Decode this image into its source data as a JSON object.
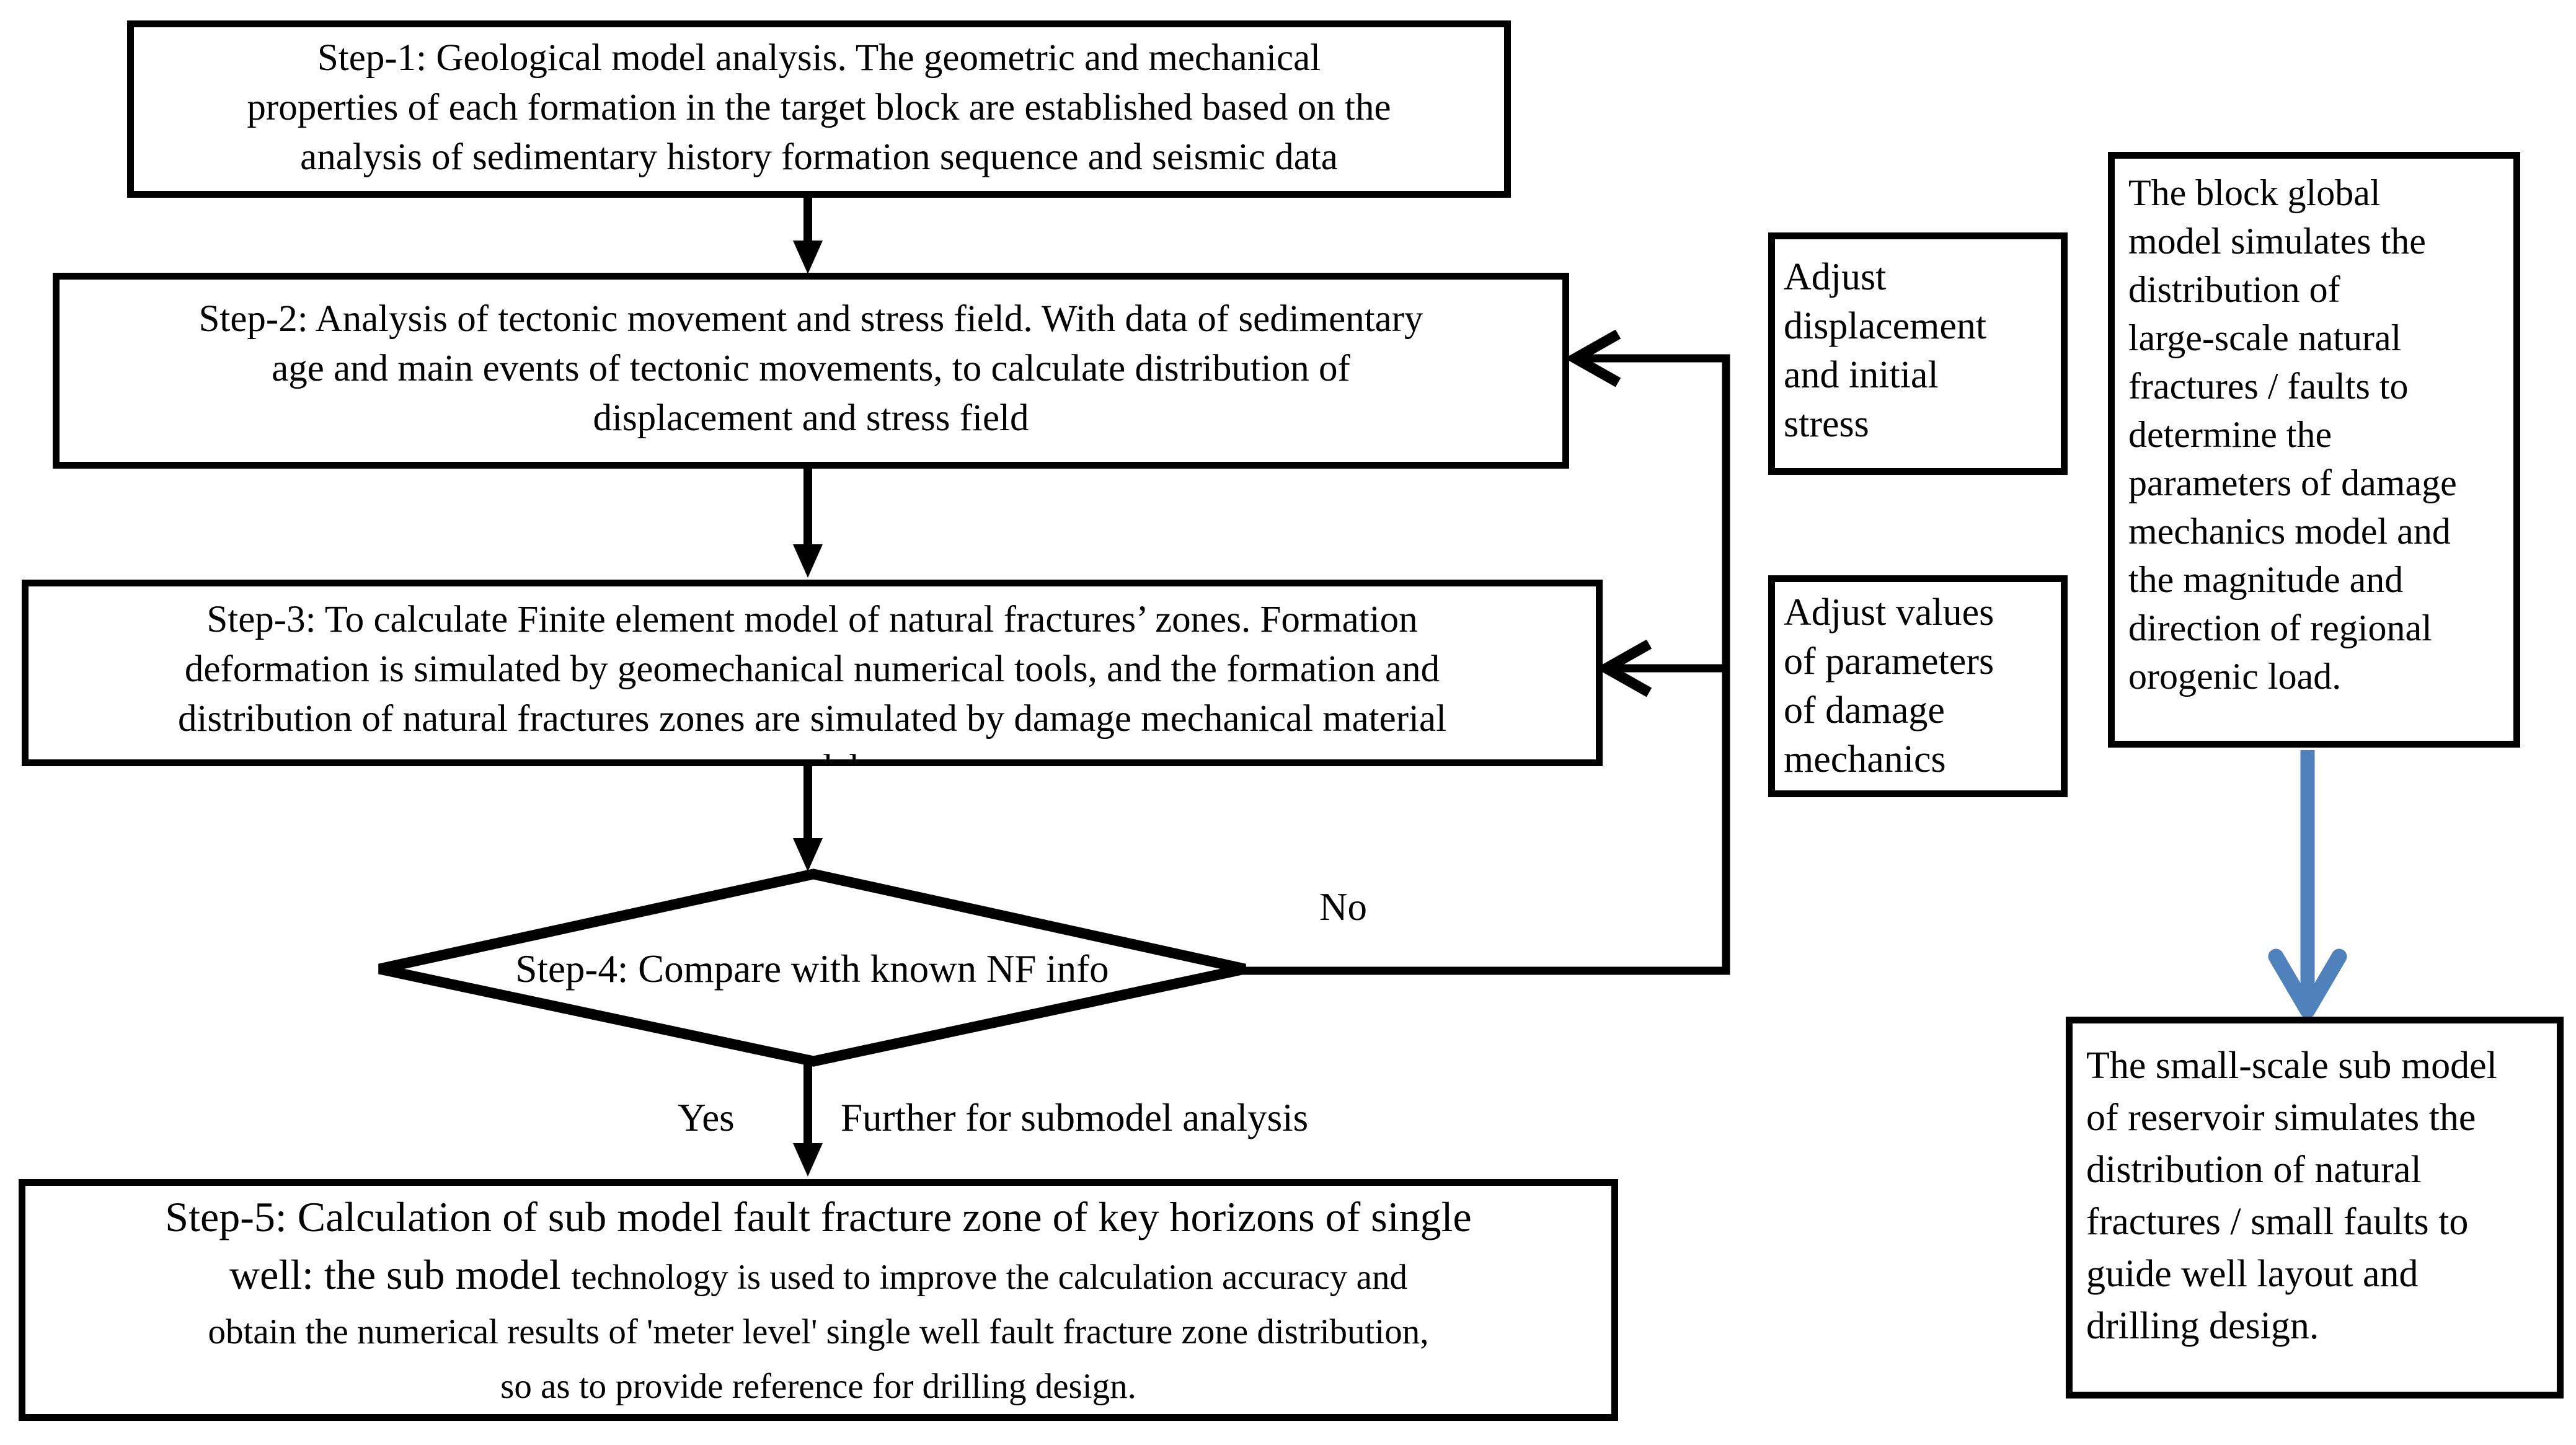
{
  "flowchart": {
    "colors": {
      "ink": "#000000",
      "background": "#ffffff",
      "blue_arrow": "#4f81bd"
    },
    "steps": {
      "step1": "Step-1: Geological model analysis. The geometric and mechanical\nproperties of each formation in the target block are established based on the\nanalysis of sedimentary history formation sequence and seismic data",
      "step2": "Step-2: Analysis of tectonic movement and stress field. With data of sedimentary\nage and main events of tectonic movements, to calculate distribution of\ndisplacement and stress field",
      "step3": "Step-3: To calculate Finite element model of natural fractures’ zones. Formation\ndeformation is simulated by geomechanical numerical tools, and the formation and\ndistribution of natural fractures zones are simulated by damage mechanical material\nmodel",
      "step4": "Step-4: Compare with known NF info",
      "step5_lead": "Step-5: Calculation of sub model fault fracture zone of key horizons of single\nwell: the sub model ",
      "step5_rest": "technology is used to improve the calculation accuracy and\nobtain the numerical results of 'meter level' single well fault fracture zone distribution,\nso as to provide reference for drilling design."
    },
    "feedback_boxes": {
      "adjust_displacement": "Adjust\ndisplacement\nand initial\nstress",
      "adjust_parameters": "Adjust values\nof parameters\nof damage\nmechanics"
    },
    "notes": {
      "global_model": "The block global\nmodel simulates the\ndistribution of\nlarge-scale natural\nfractures / faults to\ndetermine the\nparameters of damage\nmechanics model and\nthe magnitude and\ndirection of regional\norogenic load.",
      "sub_model": "The small-scale sub model\nof reservoir simulates the\ndistribution of natural\nfractures / small faults to\nguide well layout and\ndrilling design."
    },
    "labels": {
      "no": "No",
      "yes": "Yes",
      "further": "Further for submodel analysis"
    }
  }
}
